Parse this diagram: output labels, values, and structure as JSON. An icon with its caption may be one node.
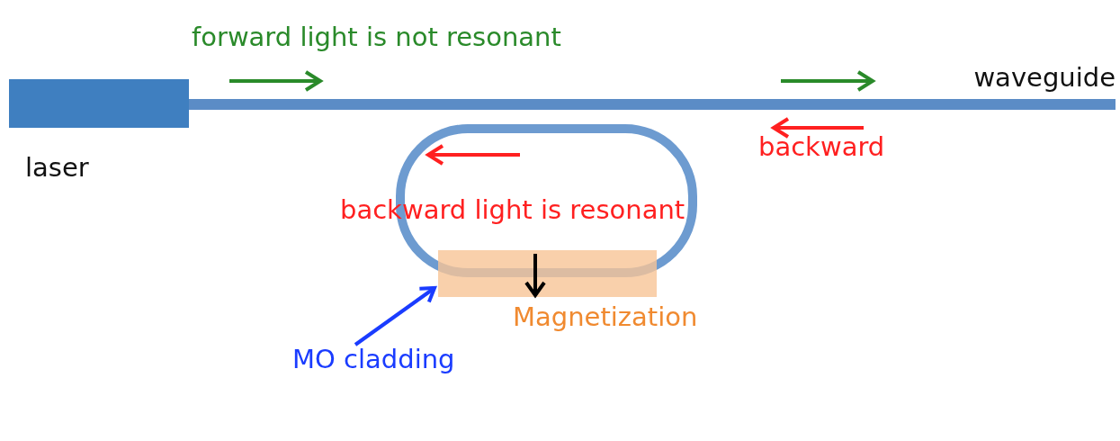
{
  "diagram": {
    "nodes": [
      {
        "text": [
          "laser"
        ]
      },
      {
        "text": [
          "waveguide"
        ]
      },
      {
        "text": [],
        "shape": "box"
      },
      {
        "text": [],
        "shape": "box"
      },
      {
        "text": [
          "MO cladding"
        ]
      }
    ],
    "edges": [
      {
        "from": 4,
        "to": 3,
        "arrow": "to",
        "color": "#1a3cff"
      }
    ],
    "labels": [
      "forward light is not resonant",
      "backward",
      "backward light is resonant",
      "Magnetization"
    ]
  }
}
